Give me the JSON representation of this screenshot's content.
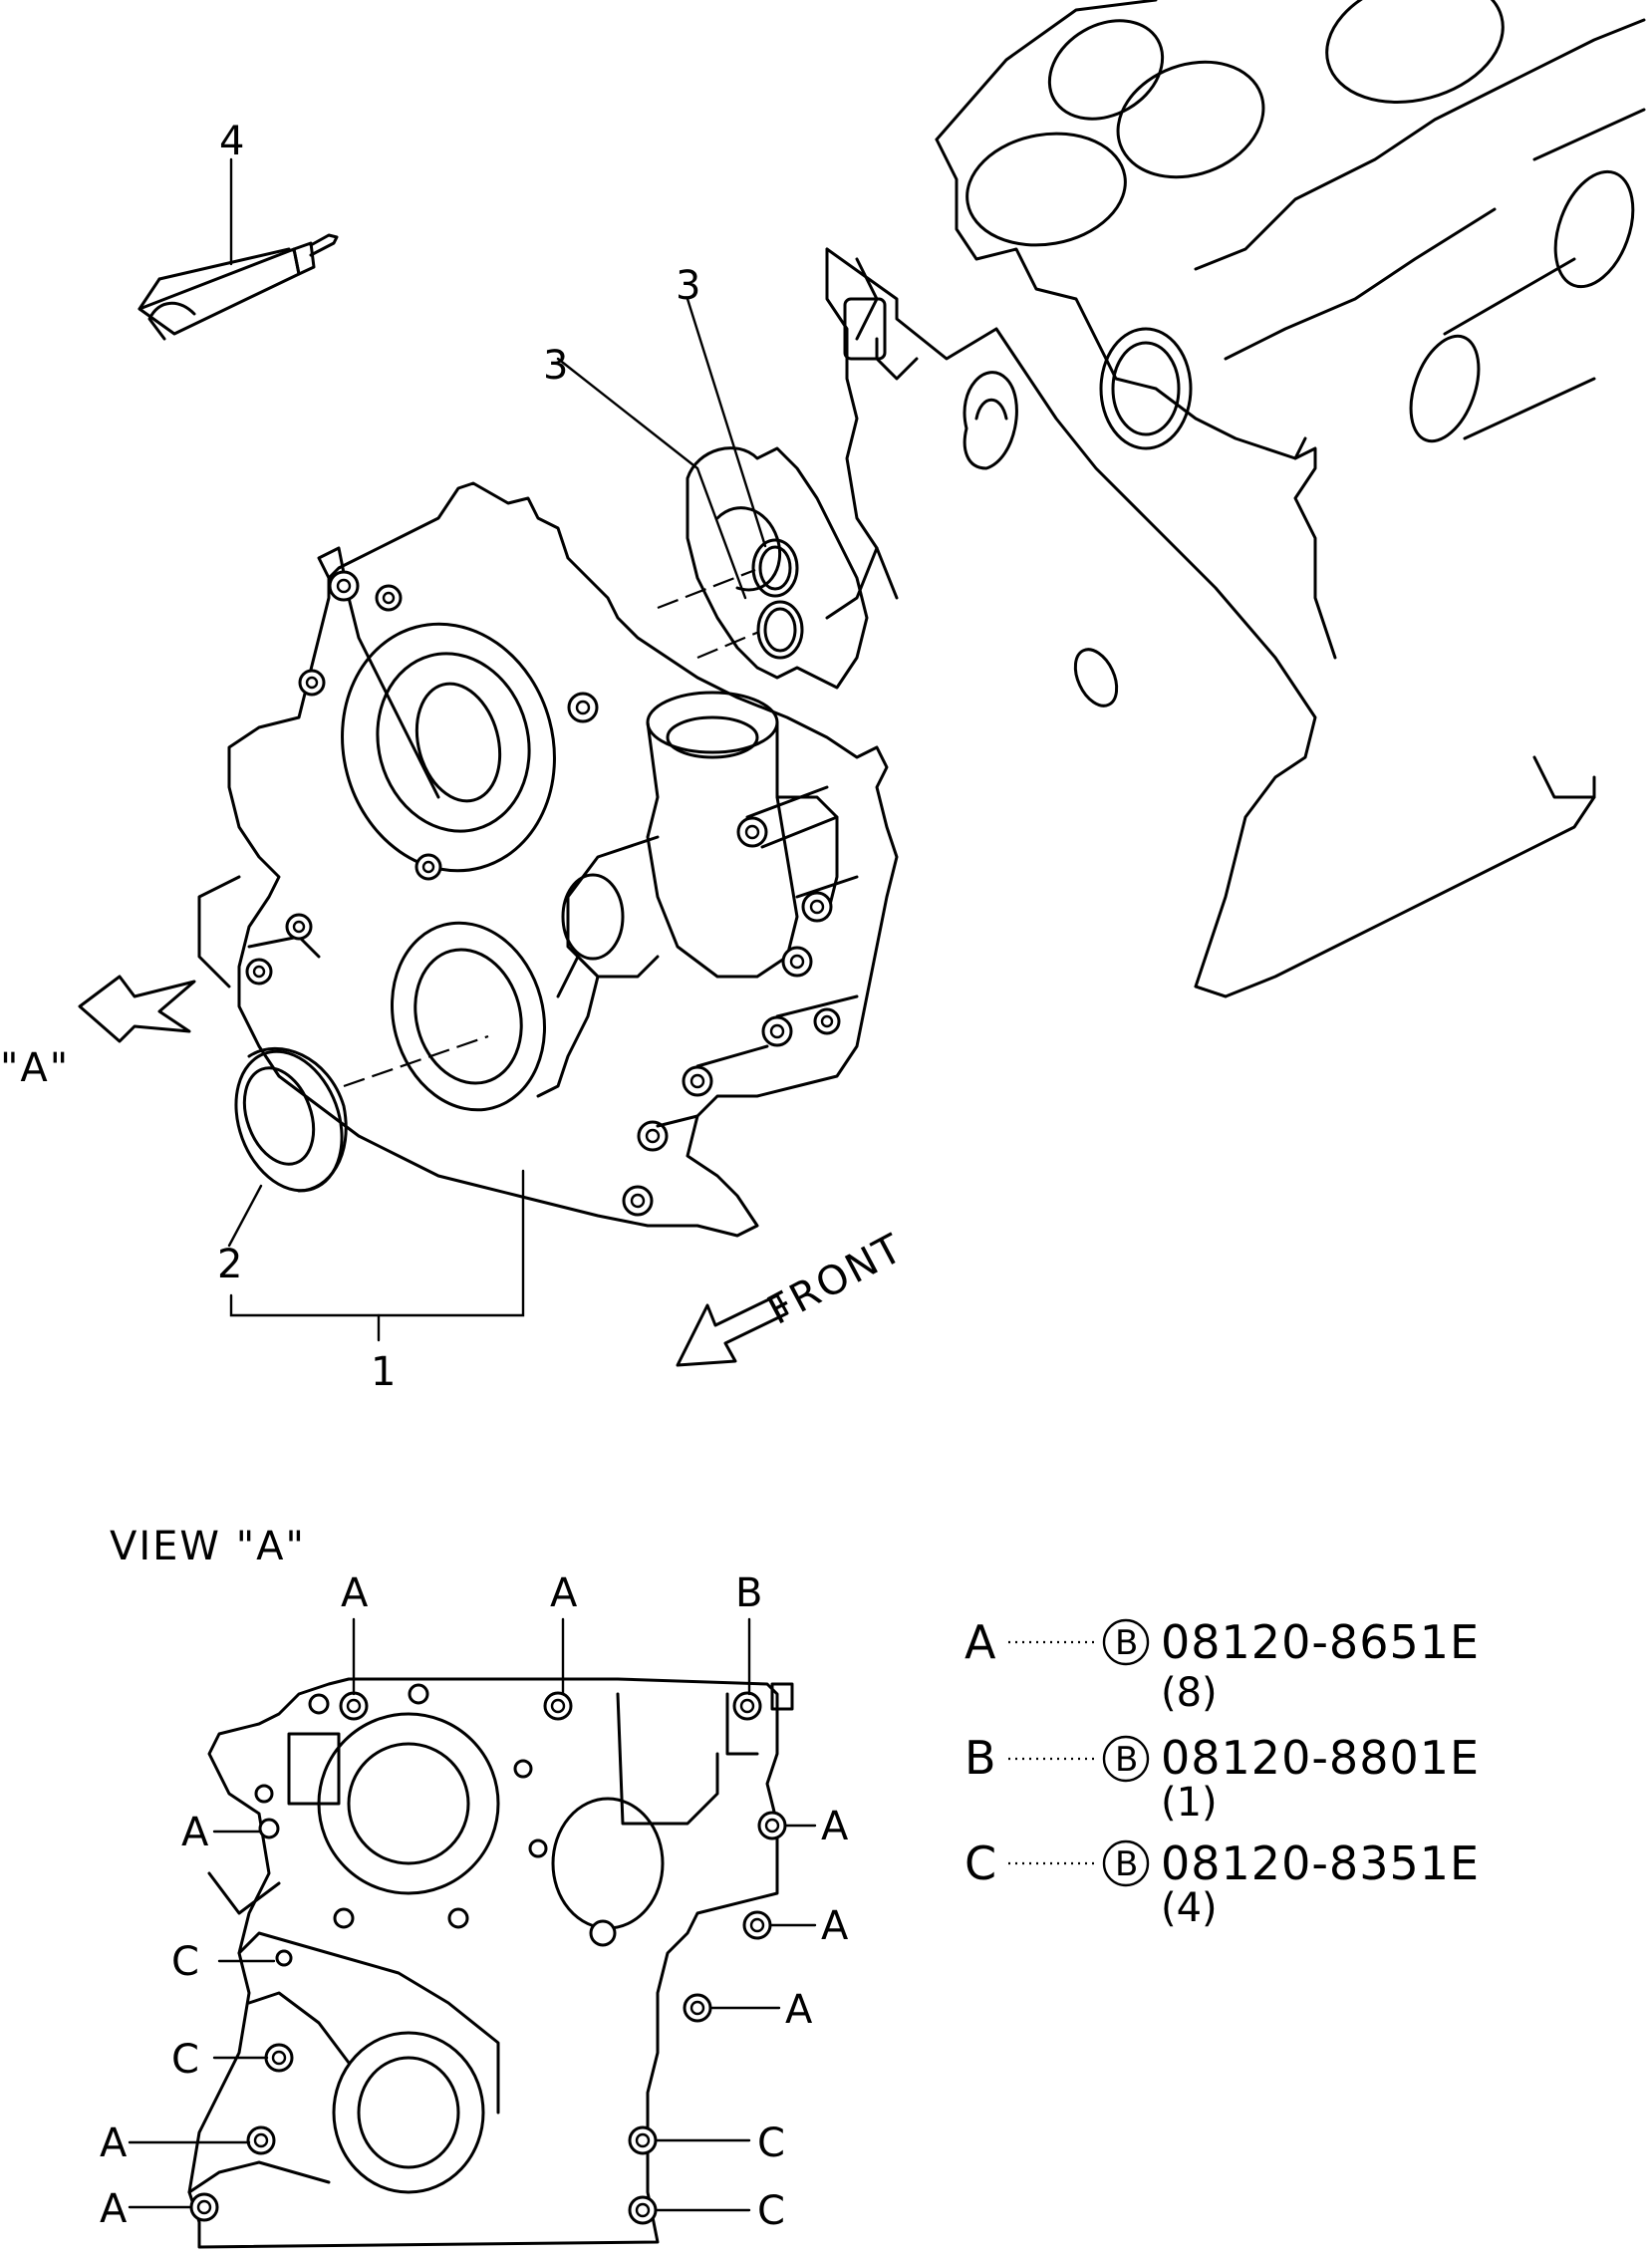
{
  "callouts": {
    "part_1": "1",
    "part_2": "2",
    "part_3a": "3",
    "part_3b": "3",
    "part_4": "4"
  },
  "view_arrow_label": "\"A\"",
  "front_label": "FRONT",
  "view_title": "VIEW \"A\"",
  "bolt_markers": {
    "top_left": "A",
    "top_mid": "A",
    "top_right": "B",
    "left_upper": "A",
    "right_1": "A",
    "right_2": "A",
    "right_3": "A",
    "left_c1": "C",
    "left_c2": "C",
    "left_a2": "A",
    "left_a3": "A",
    "right_c1": "C",
    "right_c2": "C"
  },
  "legend": [
    {
      "key": "A",
      "circle": "B",
      "part_no": "08120-8651E",
      "qty": "(8)"
    },
    {
      "key": "B",
      "circle": "B",
      "part_no": "08120-8801E",
      "qty": "(1)"
    },
    {
      "key": "C",
      "circle": "B",
      "part_no": "08120-8351E",
      "qty": "(4)"
    }
  ]
}
